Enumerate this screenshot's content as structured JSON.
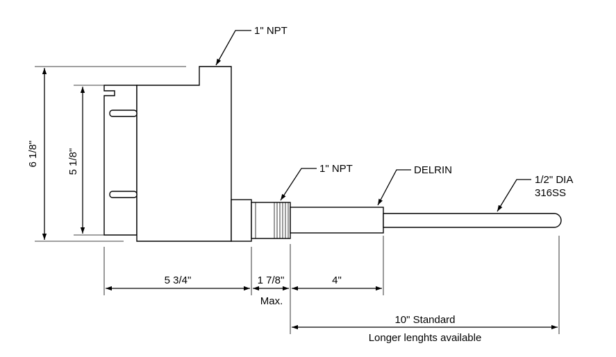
{
  "callouts": {
    "top_npt": "1\" NPT",
    "side_npt": "1\" NPT",
    "delrin": "DELRIN",
    "rod_line1": "1/2\" DIA",
    "rod_line2": "316SS"
  },
  "dimensions": {
    "overall_height": "6 1/8\"",
    "inner_height": "5 1/8\"",
    "housing_width": "5 3/4\"",
    "fitting_length": "1 7/8\"",
    "fitting_note": "Max.",
    "delrin_length": "4\"",
    "probe_length": "10\" Standard",
    "probe_note": "Longer lenghts available"
  }
}
